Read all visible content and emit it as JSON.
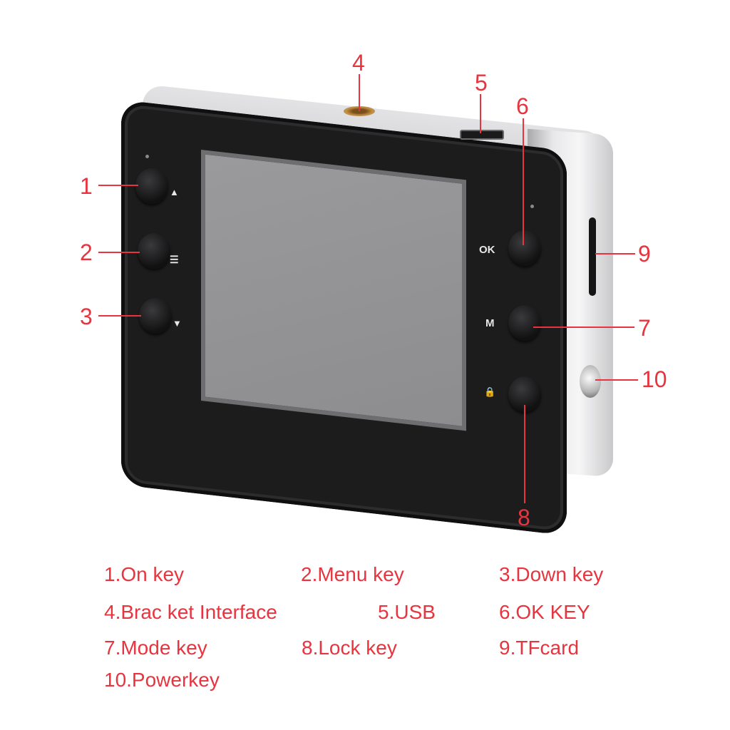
{
  "diagram": {
    "subject": "Dash camera front view with labeled controls",
    "accent_color": "#e8343f",
    "button_glyphs": {
      "up": "▲",
      "menu": "☰",
      "down": "▼",
      "ok": "OK",
      "mode": "M",
      "lock": "🔒"
    },
    "callouts": [
      {
        "number": "1"
      },
      {
        "number": "2"
      },
      {
        "number": "3"
      },
      {
        "number": "4"
      },
      {
        "number": "5"
      },
      {
        "number": "6"
      },
      {
        "number": "7"
      },
      {
        "number": "8"
      },
      {
        "number": "9"
      },
      {
        "number": "10"
      }
    ],
    "legend": [
      {
        "label": "1.On key"
      },
      {
        "label": "2.Menu key"
      },
      {
        "label": "3.Down key"
      },
      {
        "label": "4.Brac ket Interface"
      },
      {
        "label": "5.USB"
      },
      {
        "label": "6.OK KEY"
      },
      {
        "label": "7.Mode key"
      },
      {
        "label": "8.Lock key"
      },
      {
        "label": "9.TFcard"
      },
      {
        "label": "10.Powerkey"
      }
    ]
  }
}
